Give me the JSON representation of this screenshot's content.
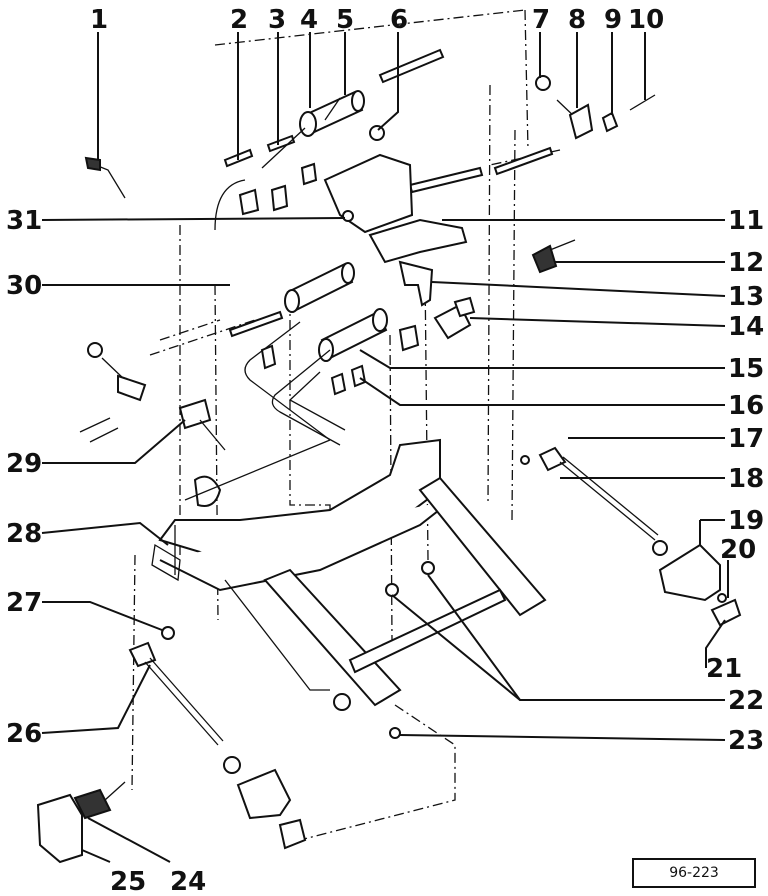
{
  "callouts": [
    {
      "label": "1"
    },
    {
      "label": "2"
    },
    {
      "label": "3"
    },
    {
      "label": "4"
    },
    {
      "label": "5"
    },
    {
      "label": "6"
    },
    {
      "label": "7"
    },
    {
      "label": "8"
    },
    {
      "label": "9"
    },
    {
      "label": "10"
    },
    {
      "label": "11"
    },
    {
      "label": "12"
    },
    {
      "label": "13"
    },
    {
      "label": "14"
    },
    {
      "label": "15"
    },
    {
      "label": "16"
    },
    {
      "label": "17"
    },
    {
      "label": "18"
    },
    {
      "label": "19"
    },
    {
      "label": "20"
    },
    {
      "label": "21"
    },
    {
      "label": "22"
    },
    {
      "label": "23"
    },
    {
      "label": "24"
    },
    {
      "label": "25"
    },
    {
      "label": "26"
    },
    {
      "label": "27"
    },
    {
      "label": "28"
    },
    {
      "label": "29"
    },
    {
      "label": "30"
    },
    {
      "label": "31"
    }
  ],
  "reference": {
    "code": "96-223"
  }
}
